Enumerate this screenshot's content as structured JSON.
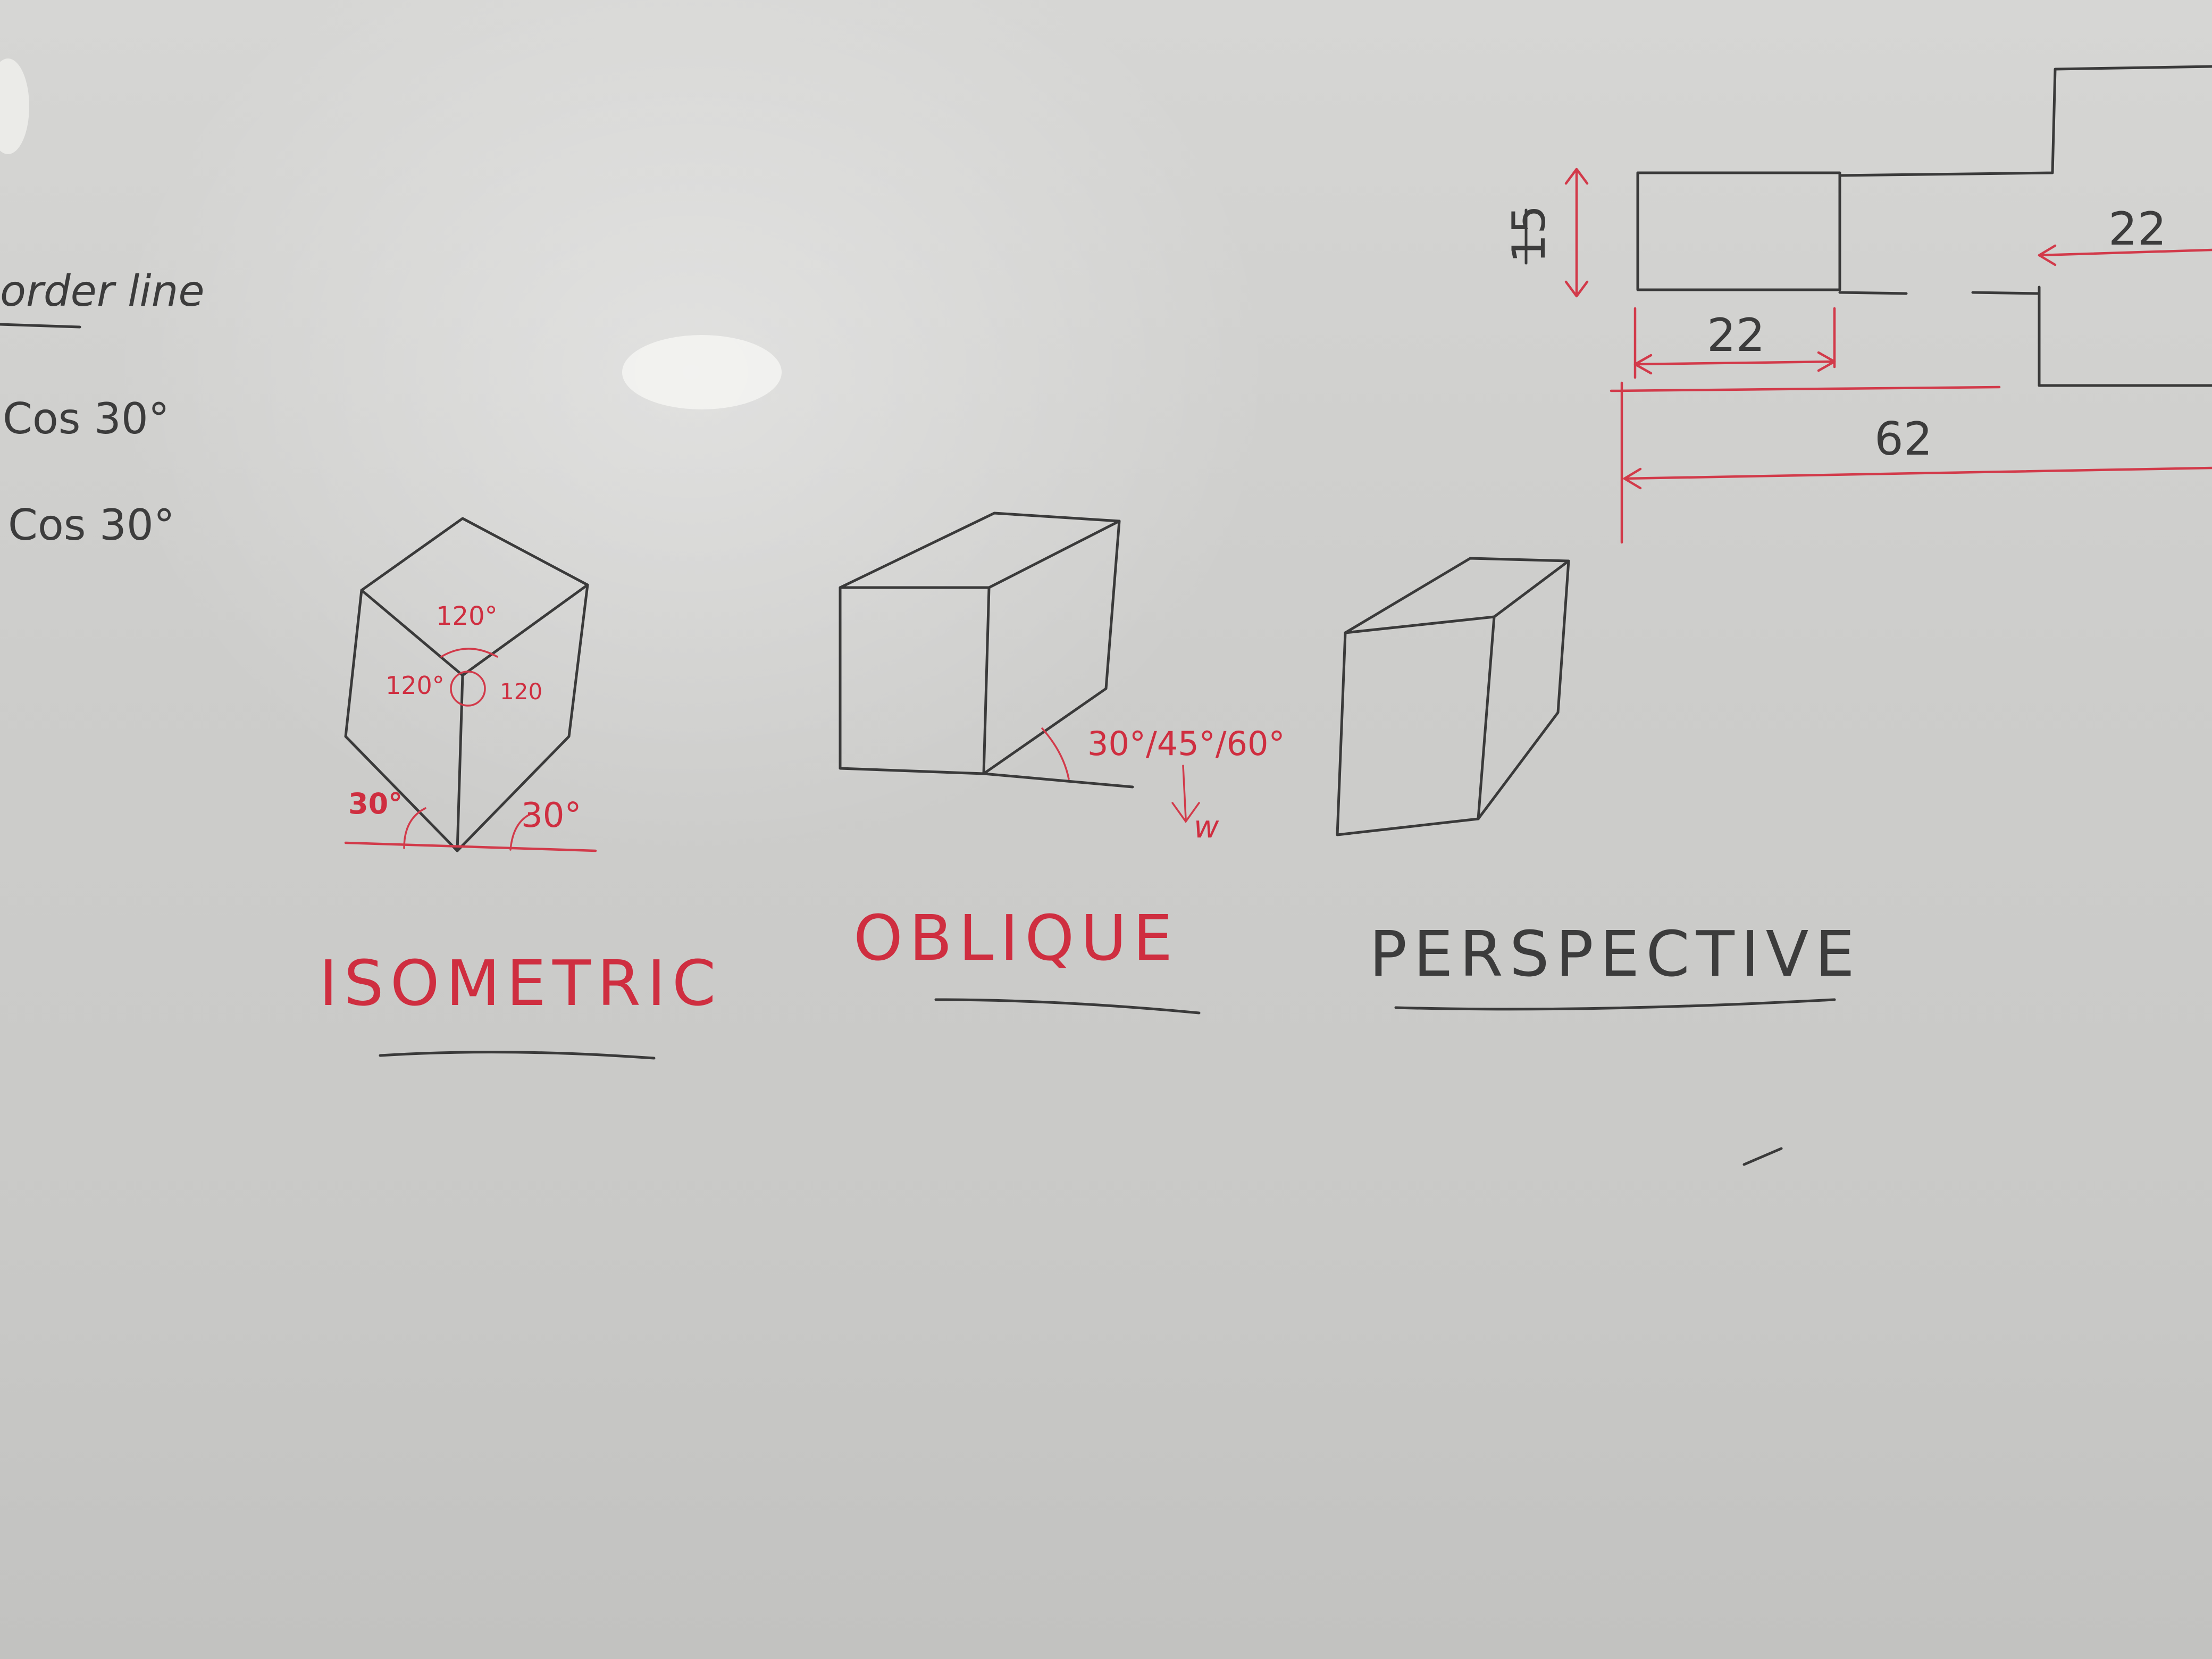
{
  "notes": {
    "line1": "order line",
    "line2": "Cos 30°",
    "line3": "Cos 30°"
  },
  "isometric": {
    "label": "ISOMETRIC",
    "angle_top": "120°",
    "angle_left": "120°",
    "angle_right": "120",
    "base_left": "30°",
    "base_right": "30°"
  },
  "oblique": {
    "label": "OBLIQUE",
    "angles": "30°/45°/60°",
    "arrow_note": "w"
  },
  "perspective": {
    "label": "PERSPECTIVE"
  },
  "dimensions": {
    "height": "15",
    "width_small": "22",
    "width_total": "62",
    "width_right": "22"
  }
}
